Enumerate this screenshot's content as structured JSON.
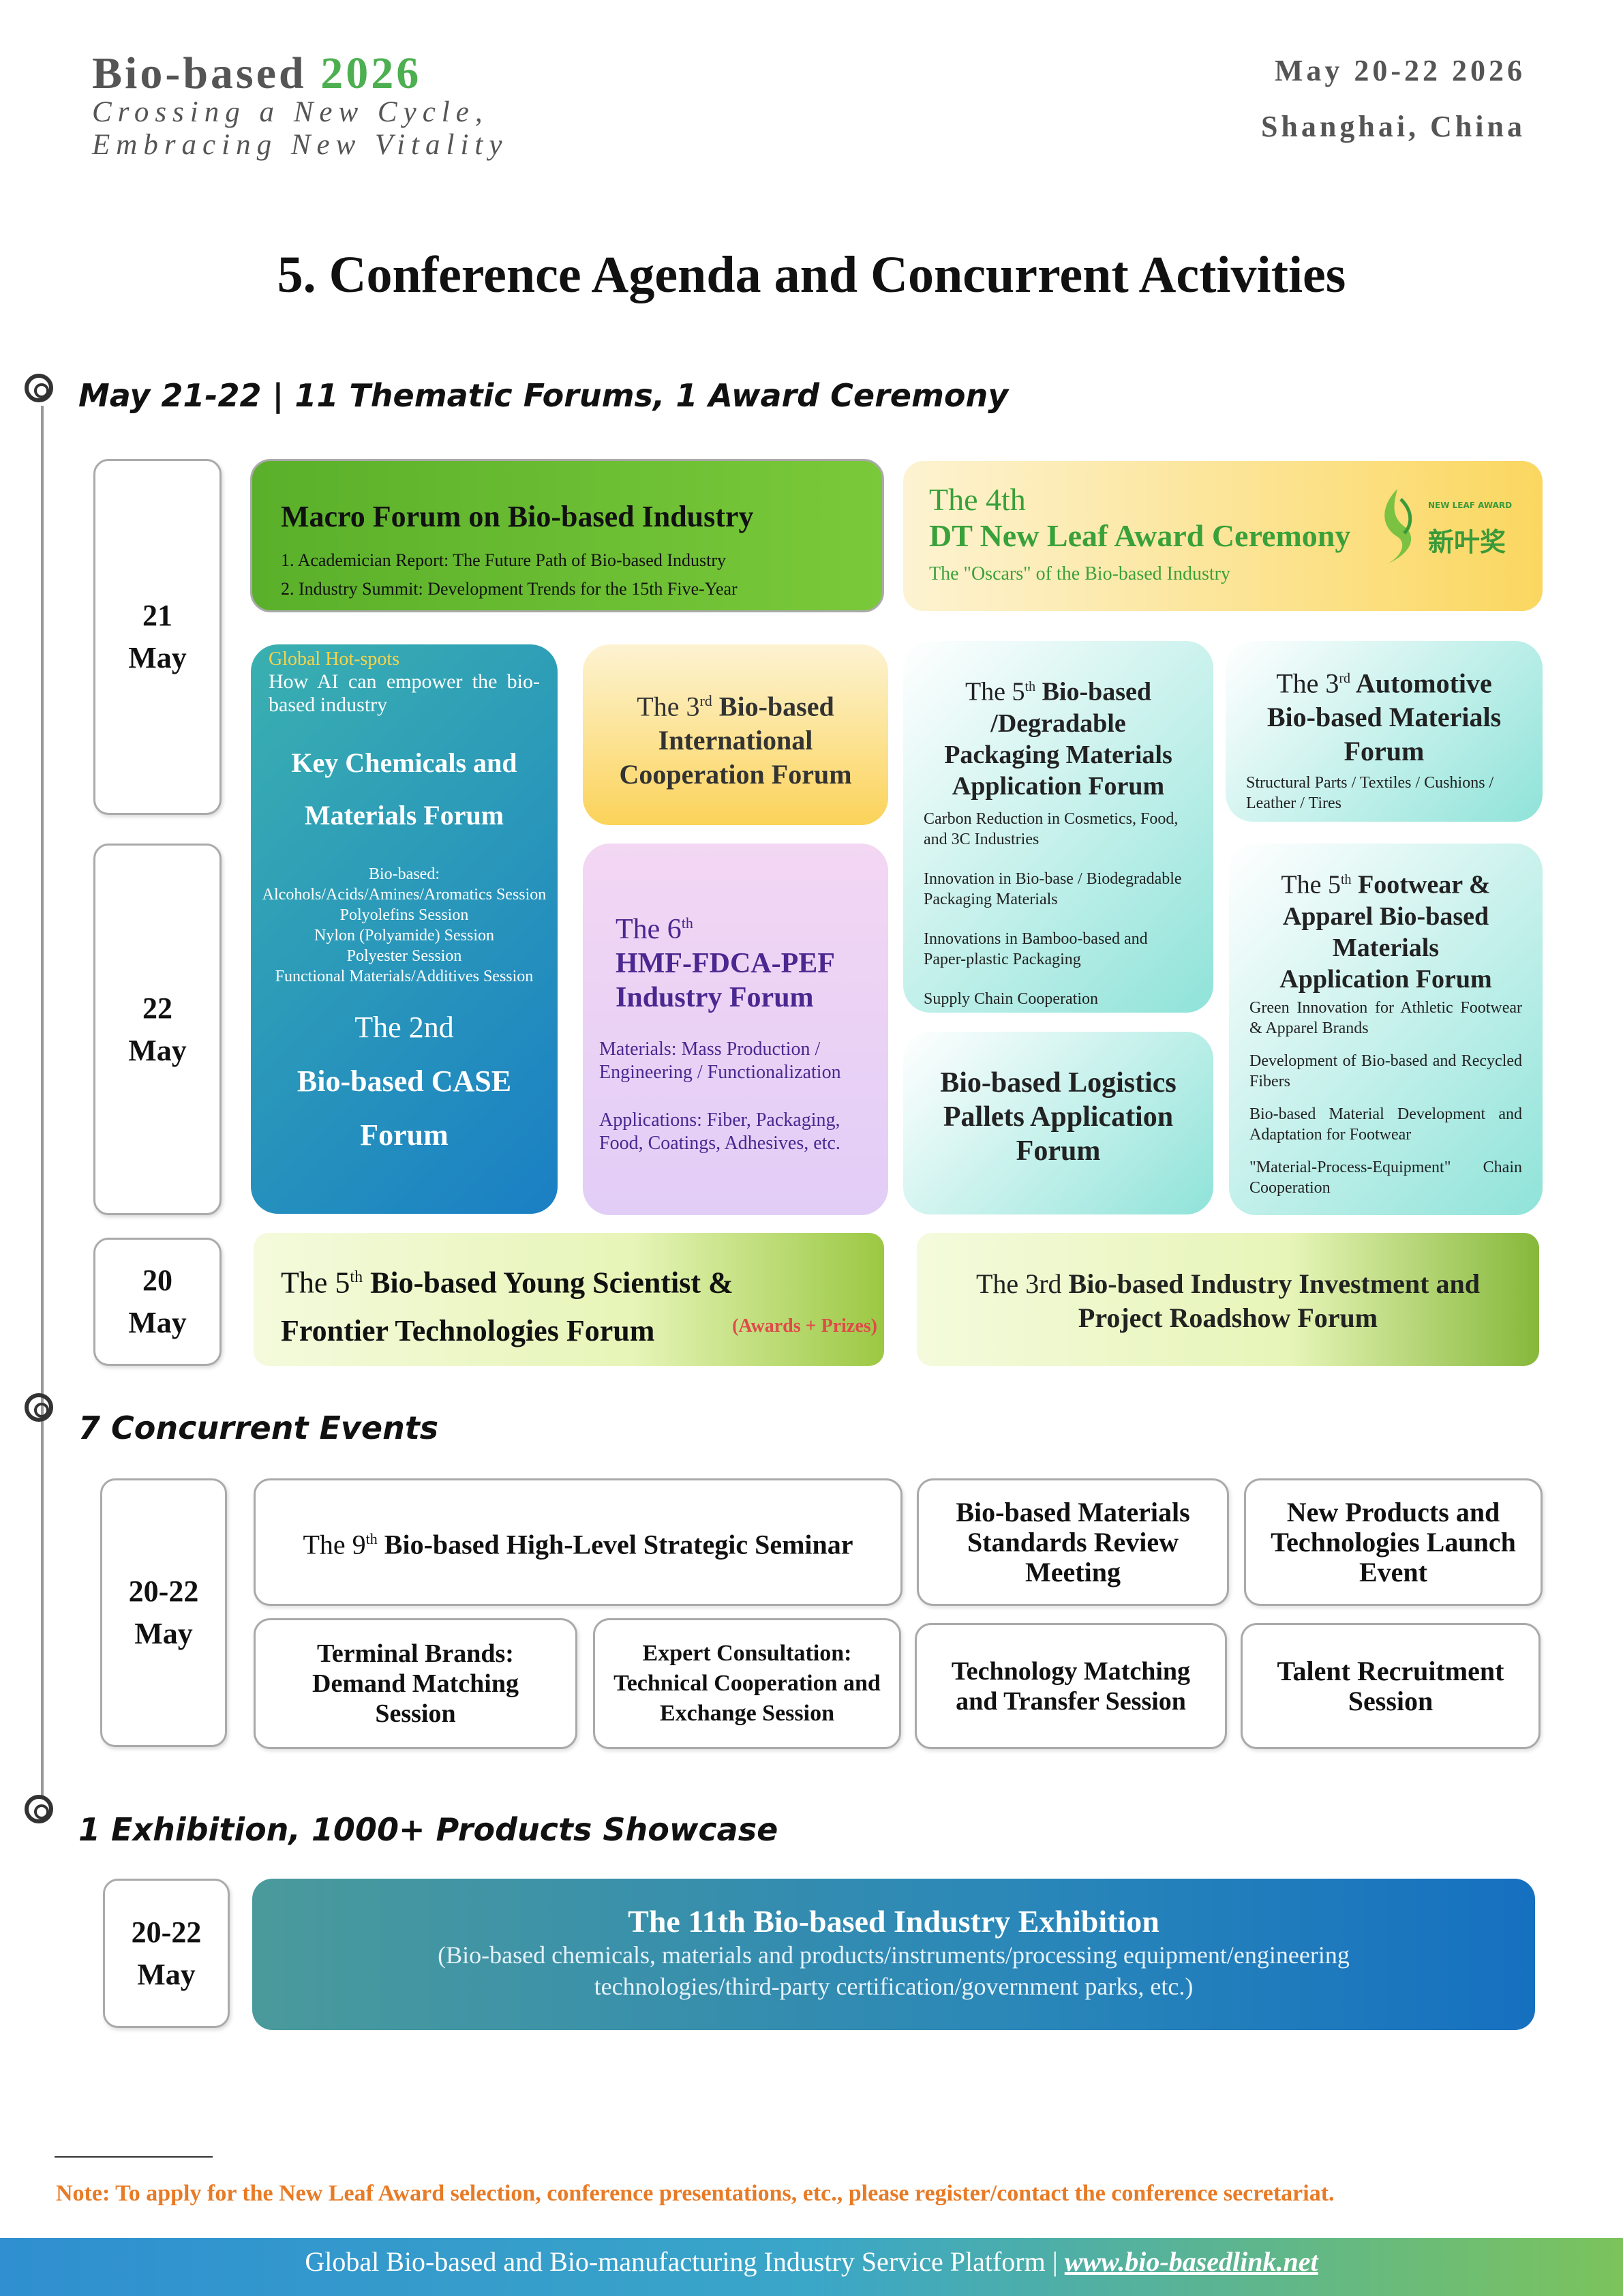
{
  "header": {
    "title_main": "Bio-based ",
    "title_year": "2026",
    "tagline1": "Crossing a New Cycle,",
    "tagline2": "Embracing New Vitality",
    "date": "May 20-22 2026",
    "location": "Shanghai, China"
  },
  "page_title": "5. Conference Agenda and Concurrent Activities",
  "sections": {
    "forums": "May 21-22 | 11 Thematic Forums, 1 Award Ceremony",
    "concurrent": "7 Concurrent Events",
    "exhibition": "1 Exhibition, 1000+ Products Showcase"
  },
  "dates": {
    "d21": [
      "21",
      "May"
    ],
    "d22": [
      "22",
      "May"
    ],
    "d20": [
      "20",
      "May"
    ],
    "d2022a": [
      "20-22",
      "May"
    ],
    "d2022b": [
      "20-22",
      "May"
    ]
  },
  "forums": {
    "macro": {
      "title": "Macro Forum on Bio-based Industry",
      "item1": "1.  Academician Report: The Future Path of Bio-based Industry",
      "item2": "2.  Industry Summit: Development Trends for the 15th Five-Year"
    },
    "award": {
      "line1": "The 4th",
      "line2": "DT New Leaf Award Ceremony",
      "line3": "The \"Oscars\" of the Bio-based Industry",
      "logo_small": "NEW LEAF AWARD",
      "logo_cn": "新叶奖"
    },
    "key": {
      "hot": "Global Hot-spots",
      "hot_desc": "How AI can empower the bio-based industry",
      "title1": "Key Chemicals and",
      "title2": "Materials Forum",
      "s1": "Bio-based:",
      "s2": "Alcohols/Acids/Amines/Aromatics Session",
      "s3": "Polyolefins Session",
      "s4": "Nylon (Polyamide) Session",
      "s5": "Polyester Session",
      "s6": "Functional Materials/Additives Session",
      "case1": "The 2nd",
      "case2": "Bio-based CASE",
      "case3": "Forum"
    },
    "intl": {
      "pre": "The 3",
      "sup": "rd",
      "b1": " Bio-based",
      "b2": "International",
      "b3": "Cooperation Forum"
    },
    "hmf": {
      "pre": "The 6",
      "sup": "th",
      "b1": "HMF-FDCA-PEF",
      "b2": "Industry Forum",
      "p1": "Materials: Mass Production / Engineering / Functionalization",
      "p2": "Applications: Fiber, Packaging, Food, Coatings, Adhesives, etc."
    },
    "pack": {
      "pre": "The 5",
      "sup": "th",
      "b1": " Bio-based",
      "b2": "/Degradable",
      "b3": "Packaging Materials",
      "b4": "Application Forum",
      "i1": "Carbon Reduction in Cosmetics, Food, and 3C Industries",
      "i2": "Innovation in Bio-base / Biodegradable Packaging Materials",
      "i3": "Innovations in Bamboo-based and Paper-plastic Packaging",
      "i4": "Supply Chain Cooperation"
    },
    "auto": {
      "pre": "The 3",
      "sup": "rd",
      "b1": " Automotive",
      "b2": "Bio-based Materials",
      "b3": "Forum",
      "i1": "Structural Parts / Textiles / Cushions / Leather / Tires"
    },
    "logistics": {
      "l1": "Bio-based Logistics",
      "l2": "Pallets Application",
      "l3": "Forum"
    },
    "foot": {
      "pre": "The 5",
      "sup": "th",
      "b1": " Footwear &",
      "b2": "Apparel Bio-based",
      "b3": "Materials",
      "b4": "Application Forum",
      "i1": "Green Innovation for Athletic Footwear & Apparel Brands",
      "i2": "Development of Bio-based and Recycled Fibers",
      "i3": "Bio-based Material Development and Adaptation for Footwear",
      "i4": "\"Material-Process-Equipment\" Chain Cooperation"
    },
    "young": {
      "pre": "The 5",
      "sup": "th",
      "b1": " Bio-based Young Scientist &",
      "b2": "Frontier Technologies Forum",
      "prize": "(Awards + Prizes)"
    },
    "invest": {
      "pre": "The 3rd ",
      "b1": "Bio-based Industry Investment and",
      "b2": "Project Roadshow Forum"
    }
  },
  "concurrent": {
    "seminar_pre": "The 9",
    "seminar_sup": "th",
    "seminar_b": " Bio-based High-Level Strategic Seminar",
    "standards": "Bio-based Materials Standards Review Meeting",
    "launch": "New Products and Technologies Launch Event",
    "terminal": "Terminal Brands: Demand Matching Session",
    "expert": "Expert Consultation: Technical Cooperation and Exchange Session",
    "tech": "Technology Matching and Transfer Session",
    "talent": "Talent Recruitment Session"
  },
  "exhibition": {
    "title": "The 11th Bio-based Industry Exhibition",
    "desc1": "(Bio-based chemicals, materials and products/instruments/processing equipment/engineering",
    "desc2": "technologies/third-party certification/government parks, etc.)"
  },
  "note": "Note: To apply for the New Leaf Award selection, conference presentations, etc., please register/contact the conference secretariat.",
  "footer": {
    "text": "Global Bio-based and Bio-manufacturing Industry Service Platform | ",
    "link": "www.bio-basedlink.net"
  }
}
